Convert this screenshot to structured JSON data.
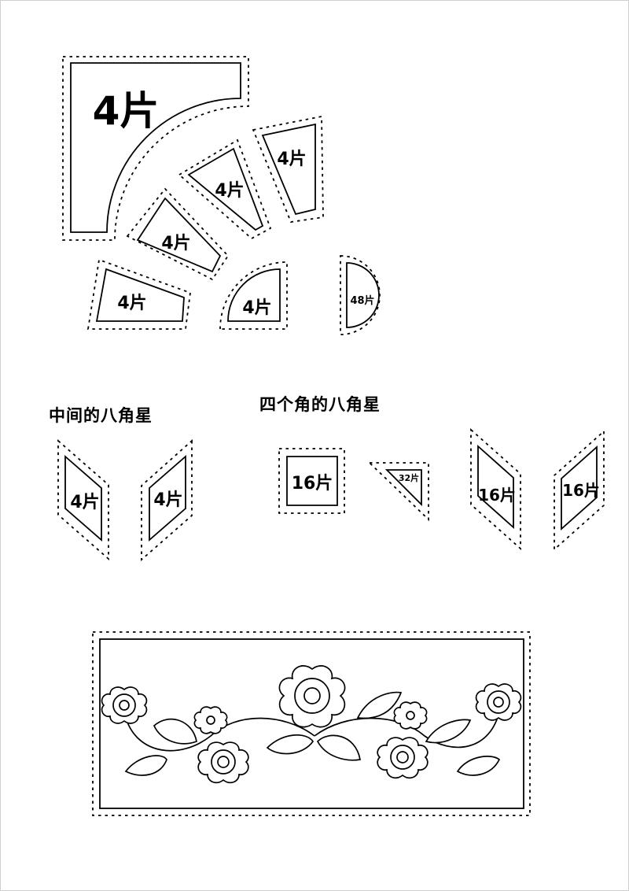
{
  "sections": {
    "center_star": "中间的八角星",
    "corner_stars": "四个角的八角星"
  },
  "pieces": {
    "corner_background": "4片",
    "arc_segment_outer": "4片",
    "arc_segment_middle": "4片",
    "arc_segment_inner": "4片",
    "arc_end_segment": "4片",
    "quarter_circle": "4片",
    "half_circle": "48片",
    "center_diamond_left": "4片",
    "center_diamond_right": "4片",
    "corner_square": "16片",
    "corner_triangle": "32片",
    "corner_diamond_left": "16片",
    "corner_diamond_right": "16片"
  },
  "colors": {
    "outline": "#000000",
    "background": "#ffffff"
  },
  "icons": {
    "appliqué_panel": "floral-vine-icon"
  }
}
